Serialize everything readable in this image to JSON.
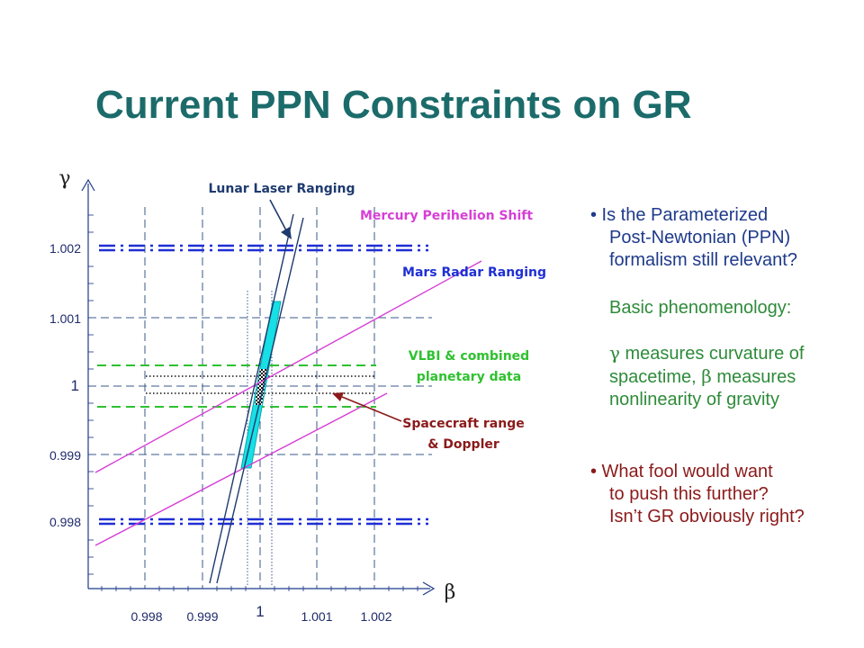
{
  "title": "Current PPN Constraints on GR",
  "axes": {
    "y_symbol": "γ",
    "x_symbol": "β",
    "y_ticks": [
      "1.002",
      "1.001",
      "1",
      "0.999",
      "0.998"
    ],
    "x_ticks": [
      "0.998",
      "0.999",
      "1",
      "1.001",
      "1.002"
    ]
  },
  "labels": {
    "llr": "Lunar Laser Ranging",
    "mercury": "Mercury Perihelion Shift",
    "mars": "Mars Radar Ranging",
    "vlbi_1": "VLBI & combined",
    "vlbi_2": "planetary data",
    "spacecraft_1": "Spacecraft range",
    "spacecraft_2": "& Doppler"
  },
  "notes": {
    "q1": [
      "• Is the Parameterized",
      "Post-Newtonian (PPN)",
      "formalism still relevant?"
    ],
    "phen_title": "Basic phenomenology:",
    "phen_gamma_sym": "γ",
    "phen_line1": " measures curvature of",
    "phen_line2a": "spacetime, ",
    "phen_beta_sym": "β",
    "phen_line2b": " measures",
    "phen_line3": "nonlinearity of gravity",
    "q2": [
      "• What fool would want",
      "to push this further?",
      "Isn’t GR obviously right?"
    ]
  },
  "colors": {
    "title": "#1c6b6b",
    "mercury": "#d63fd6",
    "mars": "#1f2fd4",
    "vlbi": "#2fc12f",
    "spacecraft": "#8b1a1a",
    "llr": "#1e3a6e",
    "band": "#16e0e6"
  }
}
